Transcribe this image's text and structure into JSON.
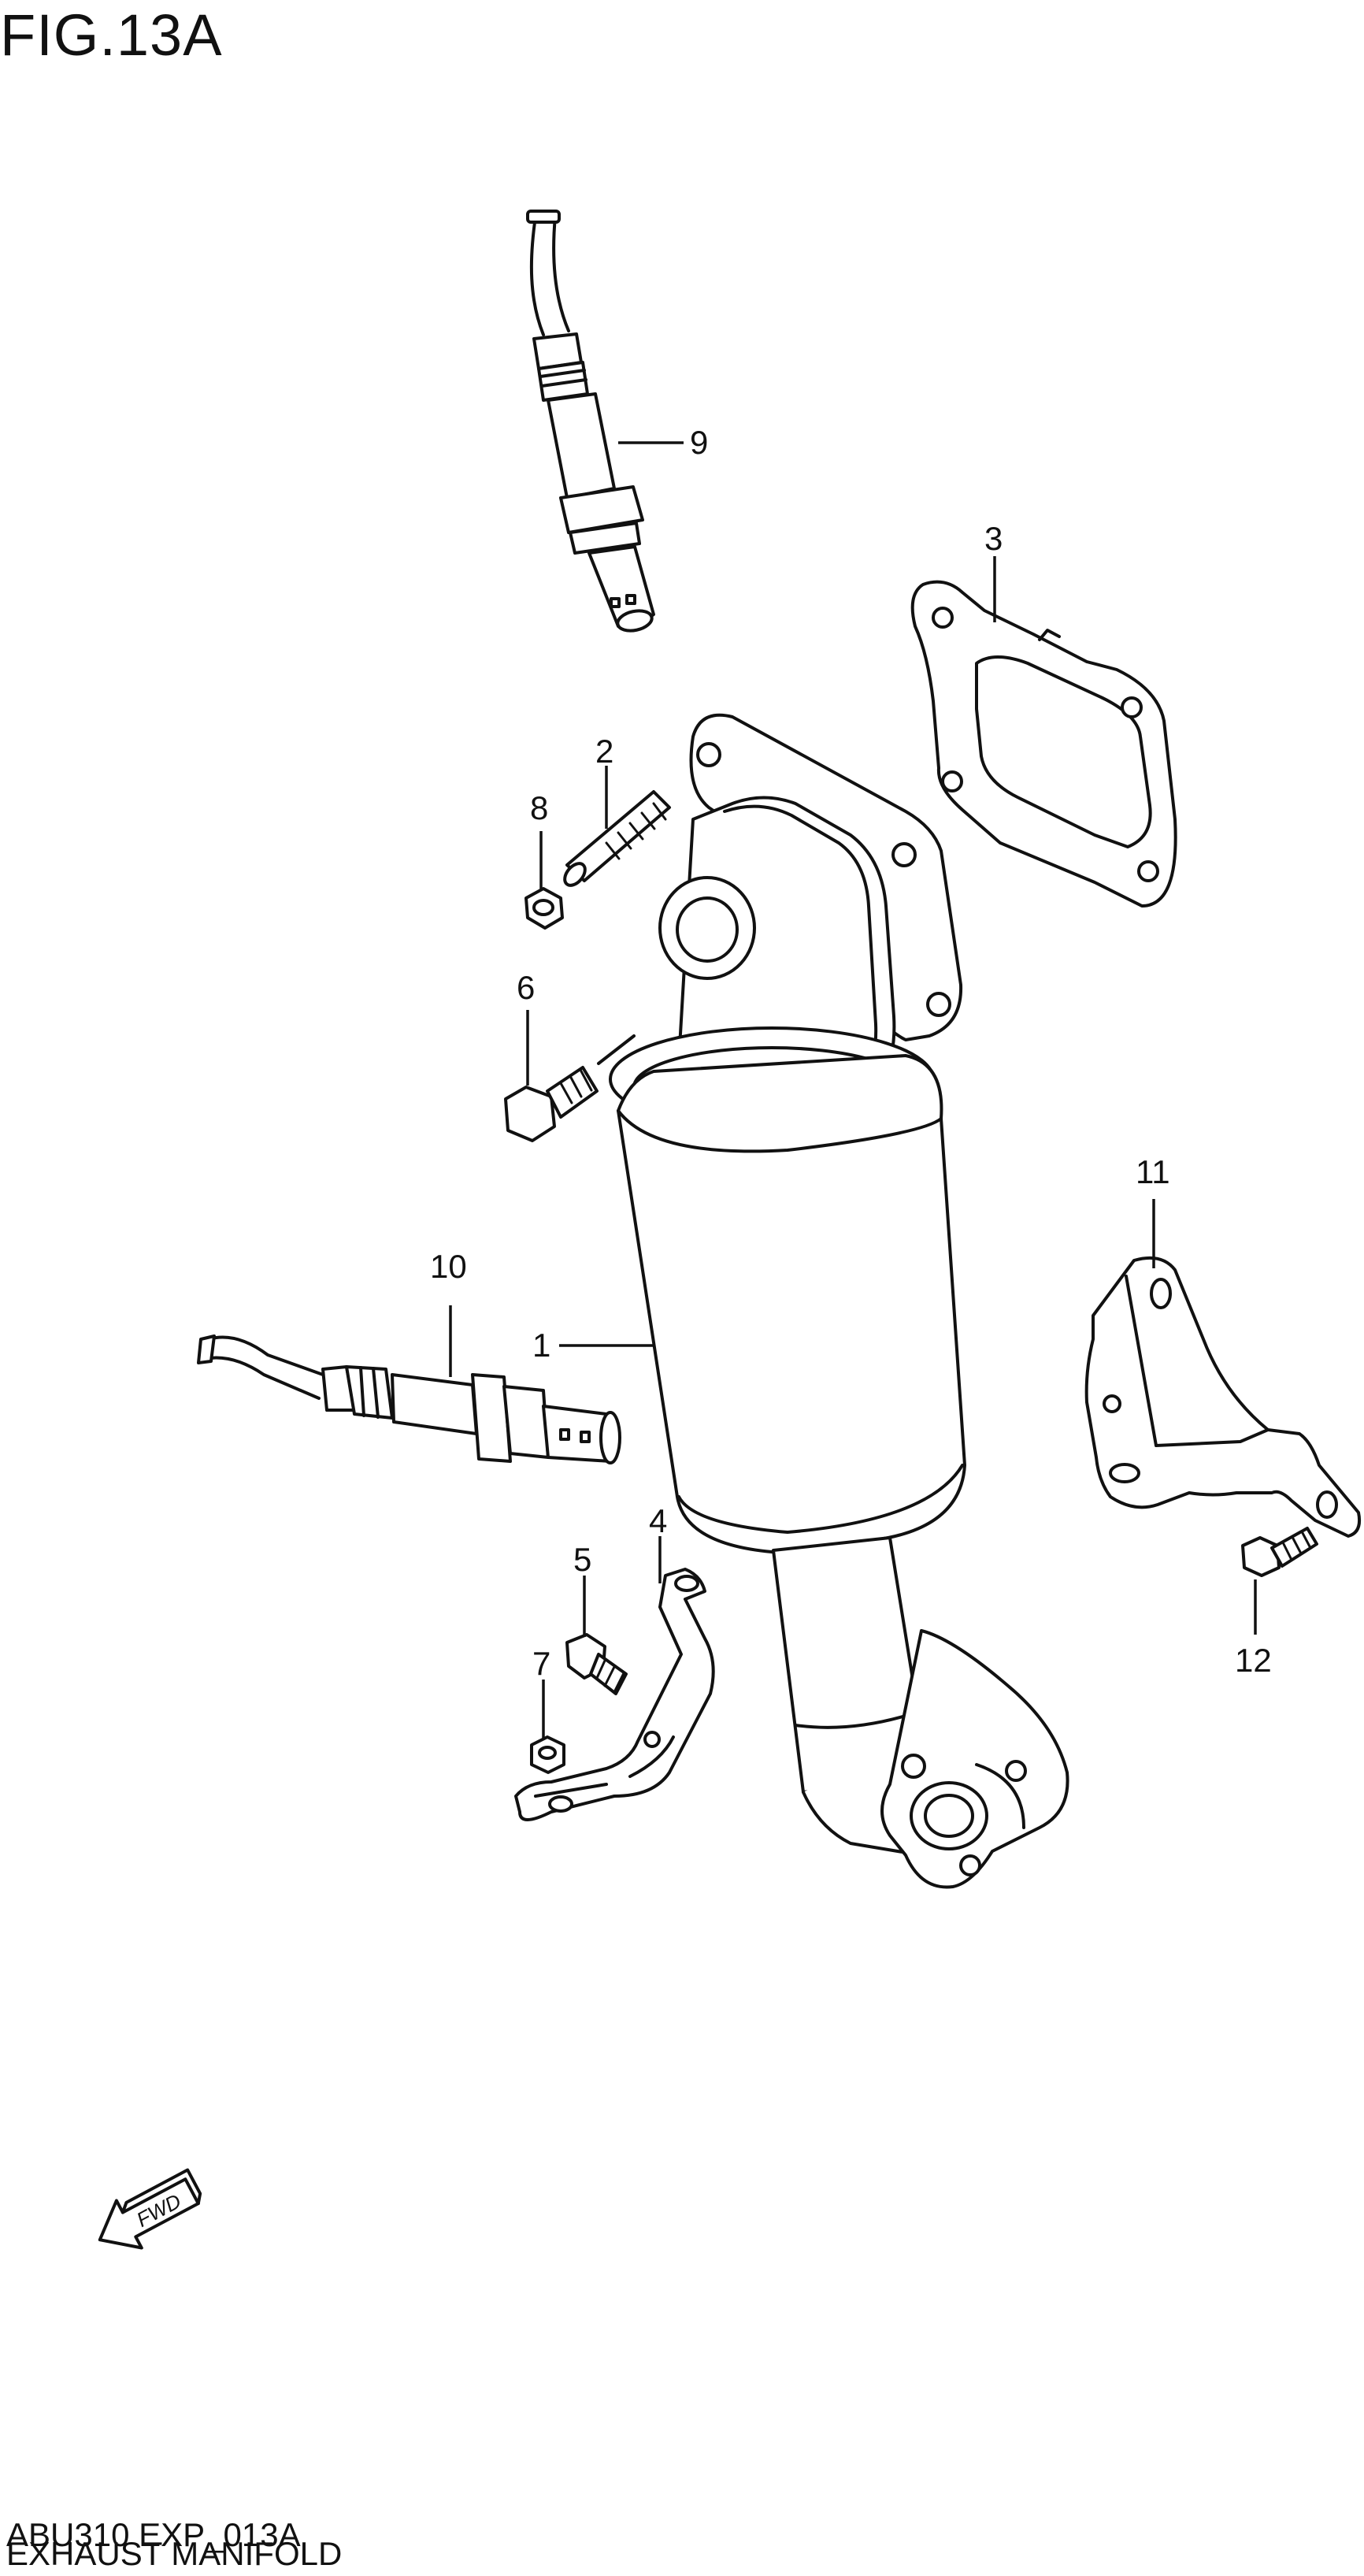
{
  "figure": {
    "title": "FIG.13A",
    "drawing_code": "ABU310 EXP_013A",
    "name": "EXHAUST MANIFOLD"
  },
  "callouts": [
    {
      "id": "1",
      "part": "exhaust-manifold-catalytic-converter"
    },
    {
      "id": "2",
      "part": "stud"
    },
    {
      "id": "3",
      "part": "manifold-gasket"
    },
    {
      "id": "4",
      "part": "bracket"
    },
    {
      "id": "5",
      "part": "bolt"
    },
    {
      "id": "6",
      "part": "bolt"
    },
    {
      "id": "7",
      "part": "nut"
    },
    {
      "id": "8",
      "part": "nut"
    },
    {
      "id": "9",
      "part": "oxygen-sensor-upper"
    },
    {
      "id": "10",
      "part": "oxygen-sensor-lower"
    },
    {
      "id": "11",
      "part": "support-bracket"
    },
    {
      "id": "12",
      "part": "bolt"
    }
  ],
  "direction_marker": {
    "label": "FWD",
    "icon": "fwd-arrow-icon"
  },
  "colors": {
    "line": "#111111",
    "background": "#ffffff"
  }
}
